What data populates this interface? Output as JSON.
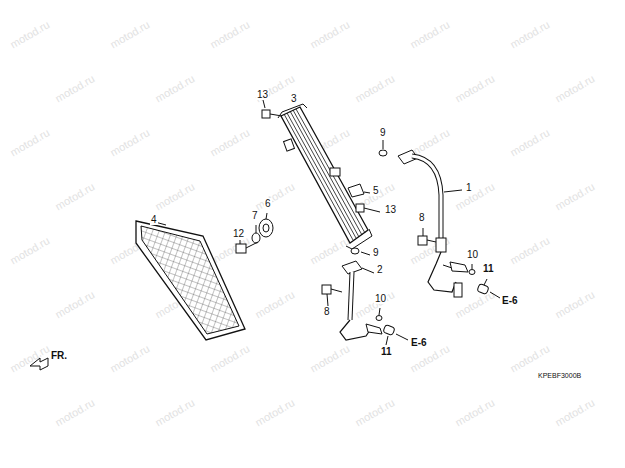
{
  "diagram": {
    "labels": [
      "13",
      "3",
      "9",
      "5",
      "1",
      "13",
      "4",
      "6",
      "7",
      "12",
      "8",
      "9",
      "2",
      "10",
      "11",
      "E-6",
      "8",
      "10",
      "11",
      "E-6",
      "FR.",
      "KPEBF3000B",
      "motod.ru",
      "motod.ru",
      "motod.ru",
      "motod.ru",
      "motod.ru",
      "motod.ru",
      "motod.ru",
      "motod.ru",
      "motod.ru",
      "motod.ru",
      "motod.ru",
      "motod.ru",
      "motod.ru",
      "motod.ru",
      "motod.ru",
      "motod.ru",
      "motod.ru",
      "motod.ru",
      "motod.ru",
      "motod.ru",
      "motod.ru",
      "motod.ru",
      "motod.ru",
      "motod.ru",
      "motod.ru",
      "motod.ru",
      "motod.ru",
      "motod.ru",
      "motod.ru",
      "motod.ru",
      "motod.ru",
      "motod.ru",
      "motod.ru",
      "motod.ru",
      "motod.ru",
      "motod.ru",
      "motod.ru",
      "motod.ru",
      "motod.ru",
      "motod.ru",
      "motod.ru",
      "motod.ru",
      "motod.ru",
      "motod.ru",
      "motod.ru",
      "motod.ru",
      "motod.ru",
      "motod.ru"
    ]
  }
}
